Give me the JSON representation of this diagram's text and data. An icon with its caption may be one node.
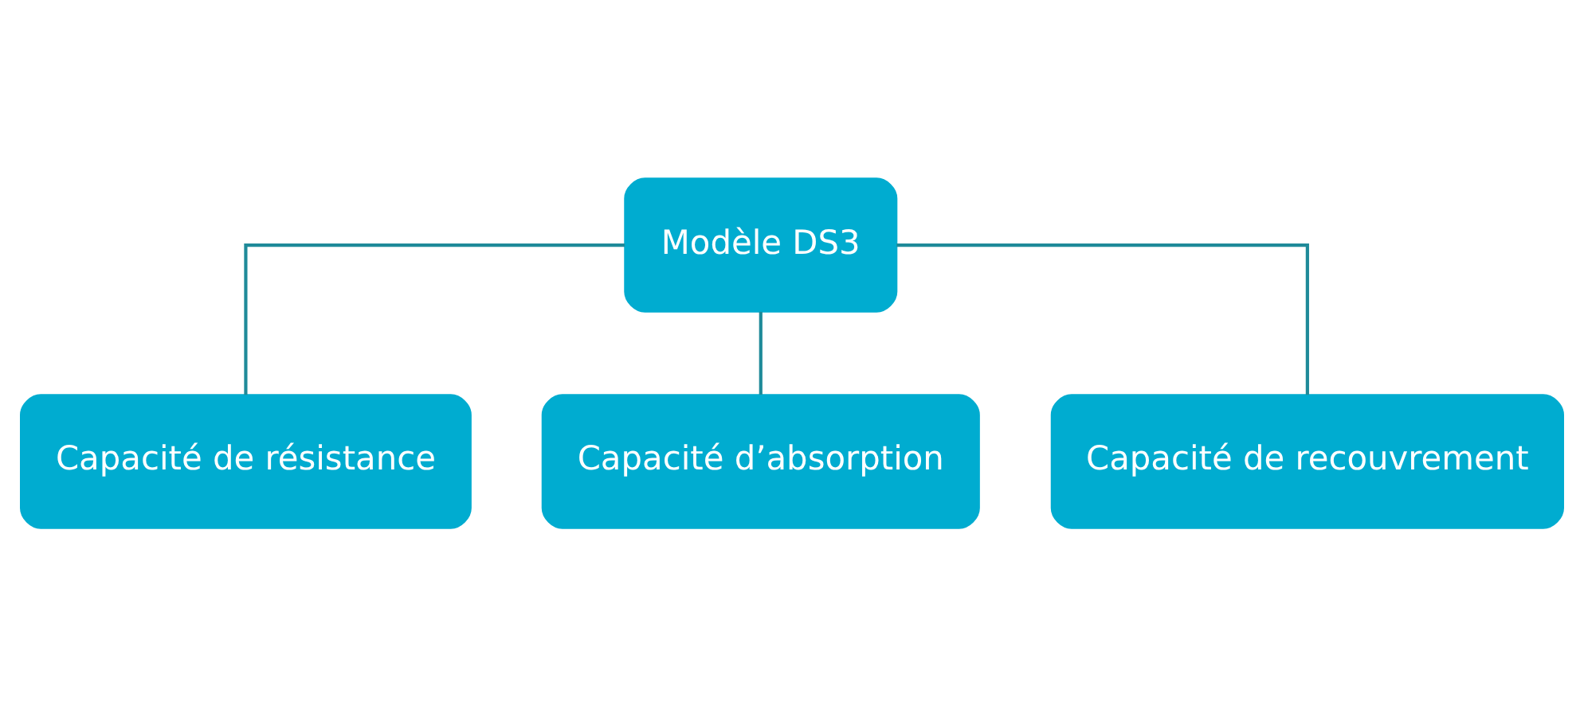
{
  "diagram": {
    "nodes": [
      {
        "text": [
          "Modèle DS3"
        ]
      },
      {
        "text": [
          "Capacité de résistance"
        ]
      },
      {
        "text": [
          "Capacité d’absorption"
        ]
      },
      {
        "text": [
          "Capacité de recouvrement"
        ]
      }
    ],
    "edges": [
      {
        "from": 0,
        "to": 1,
        "arrow": "none"
      },
      {
        "from": 0,
        "to": 2,
        "arrow": "none"
      },
      {
        "from": 0,
        "to": 3,
        "arrow": "none"
      }
    ]
  }
}
